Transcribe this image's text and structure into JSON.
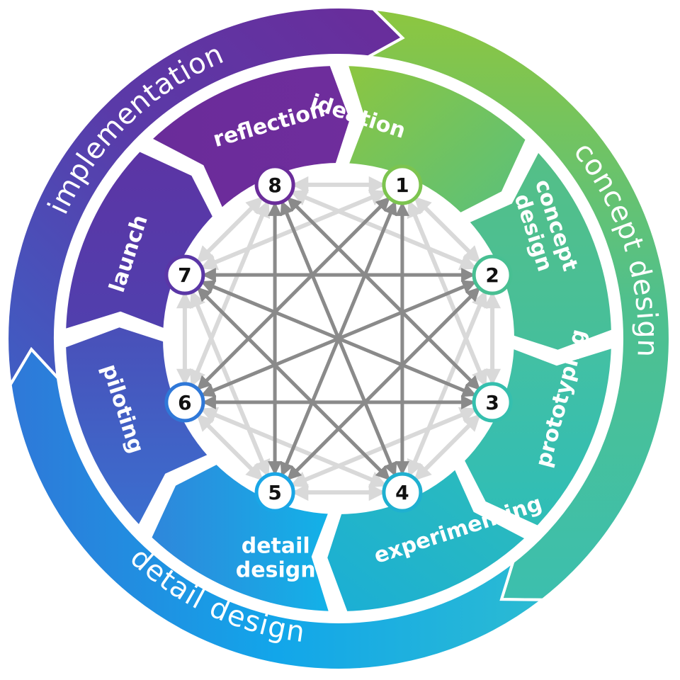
{
  "phases": [
    {
      "key": "concept",
      "label": "concept design"
    },
    {
      "key": "detail",
      "label": "detail design"
    },
    {
      "key": "implementation",
      "label": "implementation"
    }
  ],
  "stages": [
    {
      "num": "1",
      "label": [
        "ideation"
      ]
    },
    {
      "num": "2",
      "label": [
        "concept",
        "design"
      ]
    },
    {
      "num": "3",
      "label": [
        "prototyping"
      ]
    },
    {
      "num": "4",
      "label": [
        "experimenting"
      ]
    },
    {
      "num": "5",
      "label": [
        "detail",
        "design"
      ]
    },
    {
      "num": "6",
      "label": [
        "piloting"
      ]
    },
    {
      "num": "7",
      "label": [
        "launch"
      ]
    },
    {
      "num": "8",
      "label": [
        "reflection"
      ]
    }
  ],
  "colors": {
    "green": "#8dc63f",
    "teal": "#3dbfa8",
    "blue": "#1e9be0",
    "cyan": "#12b3e8",
    "indigo": "#4466c8",
    "purple": "#6a2c9a",
    "connector_dark": "#8a8a8a",
    "connector_light": "#d9d9d9"
  }
}
